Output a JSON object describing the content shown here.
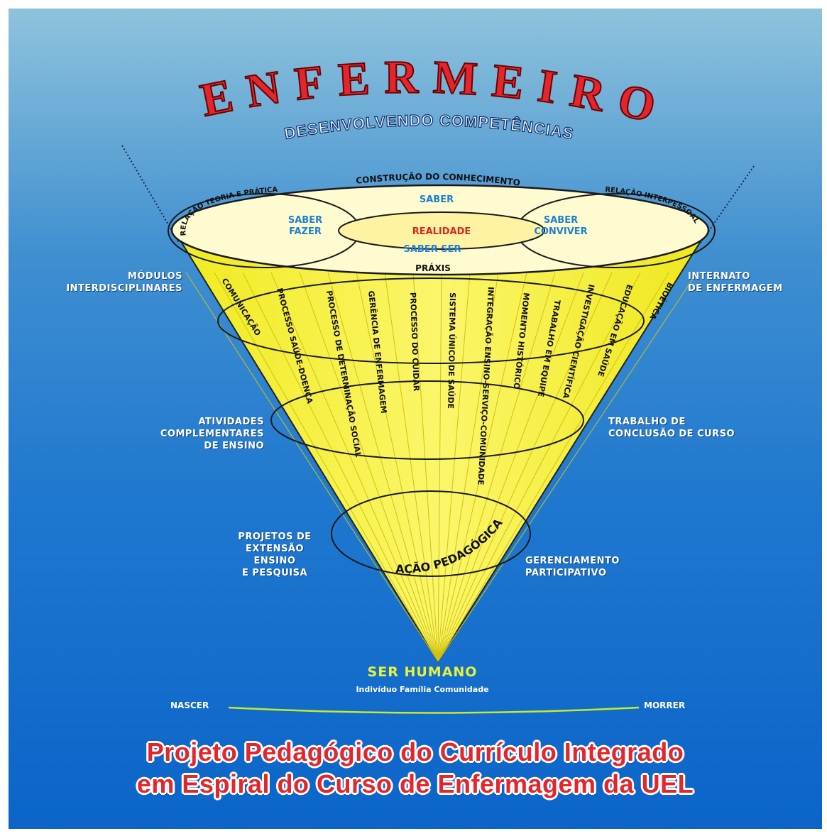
{
  "title": "ENFERMEIRO",
  "subtitle": "DESENVOLVENDO COMPETÊNCIAS",
  "top_ellipse": {
    "construcao": "CONSTRUÇÃO DO CONHECIMENTO",
    "saber": "SABER",
    "saber_fazer": [
      "SABER",
      "FAZER"
    ],
    "realidade": "REALIDADE",
    "saber_conviver": [
      "SABER",
      "CONVIVER"
    ],
    "saber_ser": "SABER SER",
    "relacao_teoria": "RELAÇÃO TEORIA E PRÁTICA",
    "relacao_inter": "RELAÇÃO INTERPESSOAL"
  },
  "praxis": "PRÁXIS",
  "modules": [
    "COMUNICAÇÃO",
    "PROCESSO SAÚDE-DOENÇA",
    "PROCESSO DE DETERMINAÇÃO SOCIAL",
    "GERÊNCIA DE ENFERMAGEM",
    "PROCESSO DO CUIDAR",
    "SISTEMA ÚNICO DE SAÚDE",
    "INTEGRAÇÃO ENSINO-SERVIÇO-COMUNIDADE",
    "MOMENTO HISTÓRICO",
    "TRABALHO EM EQUIPE",
    "INVESTIGAÇÃO CIENTÍFICA",
    "EDUCAÇÃO EM SAÚDE",
    "BIOÉTICA"
  ],
  "acao_pedagogica": "AÇÃO PEDAGÓGICA",
  "left_labels": {
    "modulos": [
      "MÓDULOS",
      "INTERDISCIPLINARES"
    ],
    "atividades": [
      "ATIVIDADES",
      "COMPLEMENTARES",
      "DE ENSINO"
    ],
    "projetos": [
      "PROJETOS DE",
      "EXTENSÃO",
      "ENSINO",
      "E PESQUISA"
    ]
  },
  "right_labels": {
    "internato": [
      "INTERNATO",
      "DE ENFERMAGEM"
    ],
    "trabalho": [
      "TRABALHO DE",
      "CONCLUSÃO DE CURSO"
    ],
    "gerenciamento": [
      "GERENCIAMENTO",
      "PARTICIPATIVO"
    ]
  },
  "bottom": {
    "ser_humano": "SER HUMANO",
    "ser_sub": "Indivíduo Família Comunidade",
    "nascer": "NASCER",
    "morrer": "MORRER"
  },
  "footer": [
    "Projeto Pedagógico do Currículo Integrado",
    "em Espiral do Curso de Enfermagem da UEL"
  ],
  "colors": {
    "cone": "#f4ef2a",
    "title_red": "#e3262c",
    "saber_blue": "#1f7fd6",
    "realidade_red": "#d8281e",
    "green": "#d6ea2b"
  }
}
